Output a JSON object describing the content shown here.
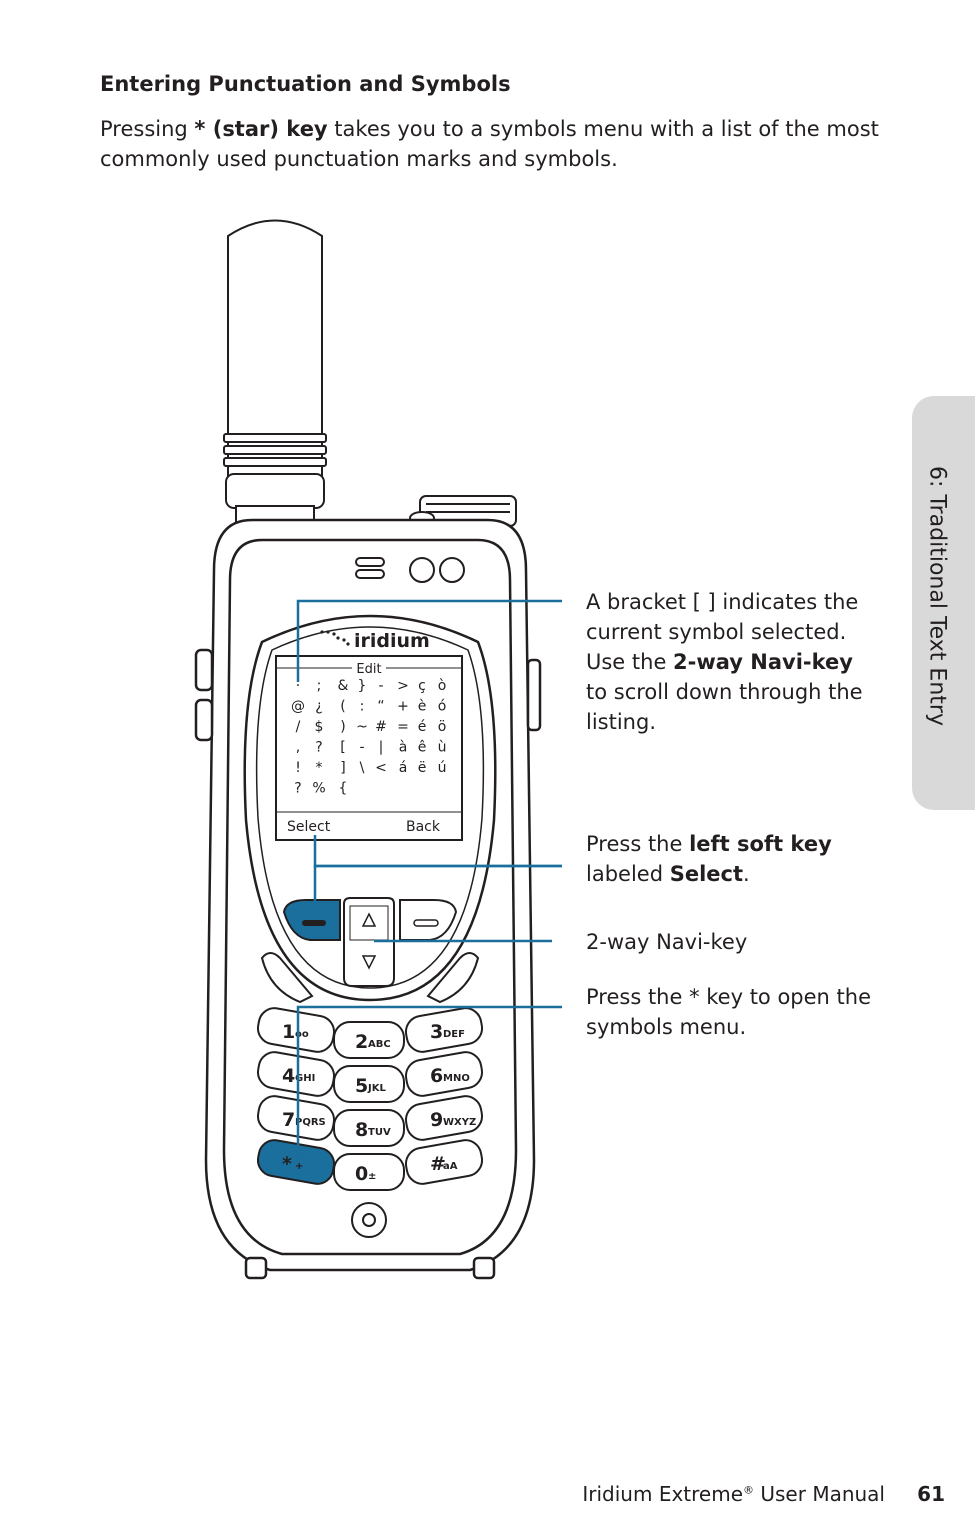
{
  "heading": "Entering Punctuation and Symbols",
  "intro": {
    "before": "Pressing ",
    "bold": "* (star) key",
    "after": " takes you to a symbols menu with a list of the most commonly used punctuation marks and symbols."
  },
  "callouts": {
    "bracket": {
      "line1": "A bracket [ ] indicates the",
      "line2": "current symbol selected.",
      "line3_before": "Use the ",
      "line3_bold": "2-way Navi-key",
      "line4": "to scroll down through the",
      "line5": "listing."
    },
    "softkey": {
      "before": "Press the ",
      "bold": "left soft key",
      "line2_before": "labeled ",
      "line2_bold": "Select",
      "line2_after": "."
    },
    "navi": {
      "text": "2-way Navi-key"
    },
    "star": {
      "line1": "Press the * key to open the",
      "line2": "symbols menu."
    }
  },
  "side_tab": "6: Traditional Text Entry",
  "footer": {
    "title": "Iridium Extreme",
    "reg": "®",
    "title_after": " User Manual",
    "page": "61"
  },
  "phone": {
    "brand": "iridium",
    "screen_title": "Edit",
    "softkey_left": "Select",
    "softkey_right": "Back",
    "symbol_rows": [
      [
        "·",
        ";",
        "&",
        "}",
        "-",
        ">",
        "ç",
        "ò"
      ],
      [
        "@",
        "¿",
        "(",
        ":",
        "“",
        "+",
        "è",
        "ó"
      ],
      [
        "/",
        "$",
        ")",
        "~",
        "#",
        "=",
        "é",
        "ö"
      ],
      [
        ",",
        "?",
        "[",
        "-",
        "|",
        "à",
        "ê",
        "ù"
      ],
      [
        "!",
        "*",
        "]",
        "\\",
        "<",
        "á",
        "ë",
        "ú"
      ],
      [
        "?",
        "%",
        "{",
        "",
        "",
        "",
        "",
        ""
      ]
    ],
    "keys": [
      {
        "digit": "1",
        "letters": "oo"
      },
      {
        "digit": "2",
        "letters": "ABC"
      },
      {
        "digit": "3",
        "letters": "DEF"
      },
      {
        "digit": "4",
        "letters": "GHI"
      },
      {
        "digit": "5",
        "letters": "JKL"
      },
      {
        "digit": "6",
        "letters": "MNO"
      },
      {
        "digit": "7",
        "letters": "PQRS"
      },
      {
        "digit": "8",
        "letters": "TUV"
      },
      {
        "digit": "9",
        "letters": "WXYZ"
      },
      {
        "digit": "*",
        "letters": "+"
      },
      {
        "digit": "0",
        "letters": "±"
      },
      {
        "digit": "#",
        "letters": "aA"
      }
    ],
    "accent_color": "#1a6f9c"
  }
}
